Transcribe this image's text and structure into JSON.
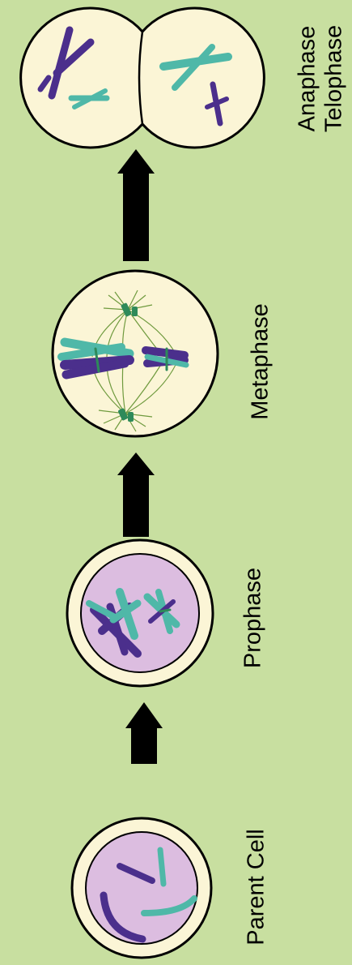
{
  "stages": [
    {
      "id": "parent",
      "label": "Parent Cell"
    },
    {
      "id": "prophase",
      "label": "Prophase"
    },
    {
      "id": "metaphase",
      "label": "Metaphase"
    },
    {
      "id": "anaphase",
      "label_lines": [
        "Anaphase",
        "Telophase"
      ]
    }
  ],
  "colors": {
    "background": "#c8dfa0",
    "cell_fill": "#fbf5d6",
    "nucleus_fill": "#dcbde0",
    "chromosome_dark": "#4b2f8c",
    "chromosome_light": "#4fb8a8",
    "arrow": "#000000",
    "spindle": "#6f9a3e"
  },
  "icons": [
    "arrow-up",
    "cell",
    "nucleus",
    "chromosome",
    "spindle-fiber"
  ]
}
